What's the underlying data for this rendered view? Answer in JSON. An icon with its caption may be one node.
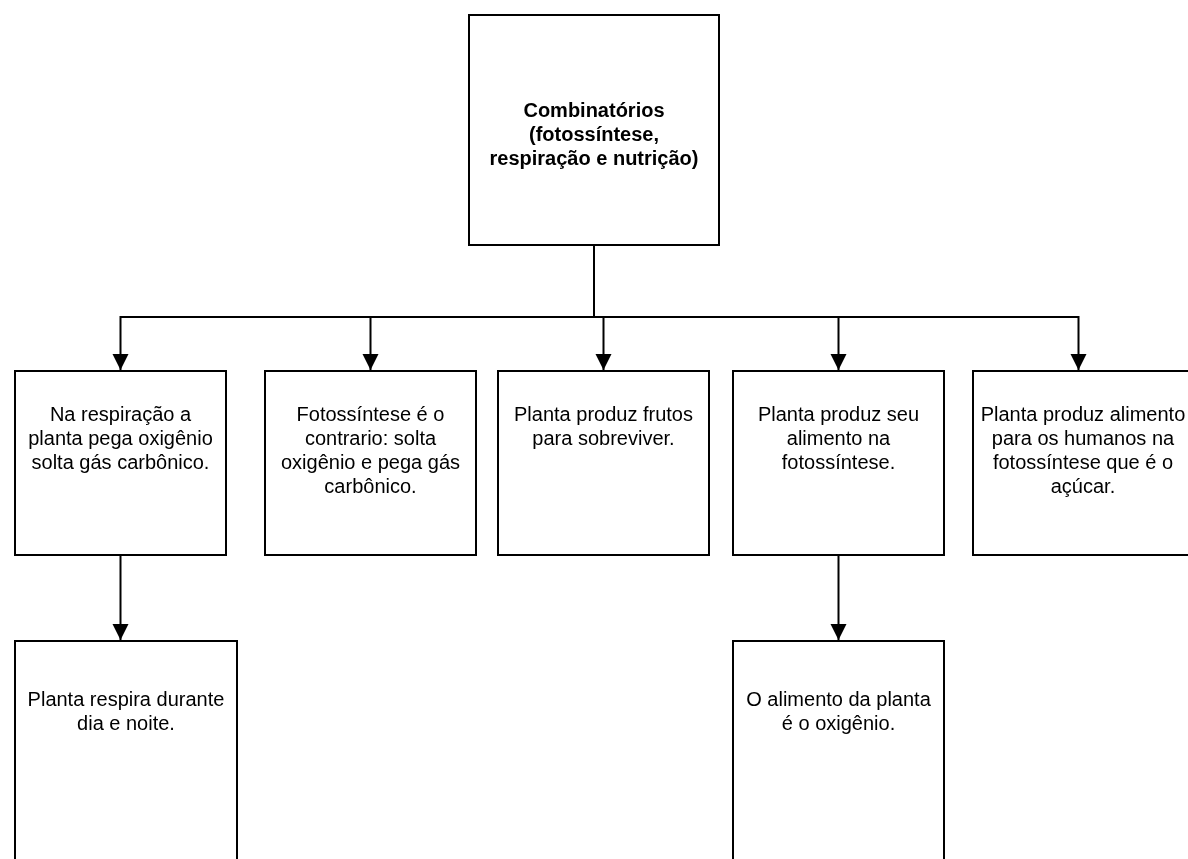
{
  "diagram": {
    "nodes": [
      {
        "text": [
          "Combinatórios (fotossíntese, respiração e nutrição)"
        ]
      },
      {
        "text": [
          "Na respiração a planta pega oxigênio solta gás carbônico."
        ]
      },
      {
        "text": [
          "Fotossíntese é o contrario: solta oxigênio e pega gás carbônico."
        ]
      },
      {
        "text": [
          "Planta produz frutos para sobreviver."
        ]
      },
      {
        "text": [
          "Planta produz seu alimento na fotossíntese."
        ]
      },
      {
        "text": [
          "Planta produz alimento para os humanos na fotossíntese que é o açúcar."
        ]
      },
      {
        "text": [
          "Planta respira durante dia e noite."
        ]
      },
      {
        "text": [
          "O alimento da planta é o oxigênio."
        ]
      }
    ],
    "edges": [
      {
        "from": 0,
        "to": 1,
        "arrow": "to"
      },
      {
        "from": 0,
        "to": 2,
        "arrow": "to"
      },
      {
        "from": 0,
        "to": 3,
        "arrow": "to"
      },
      {
        "from": 0,
        "to": 4,
        "arrow": "to"
      },
      {
        "from": 0,
        "to": 5,
        "arrow": "to"
      },
      {
        "from": 1,
        "to": 6,
        "arrow": "to"
      },
      {
        "from": 4,
        "to": 7,
        "arrow": "to"
      }
    ]
  }
}
